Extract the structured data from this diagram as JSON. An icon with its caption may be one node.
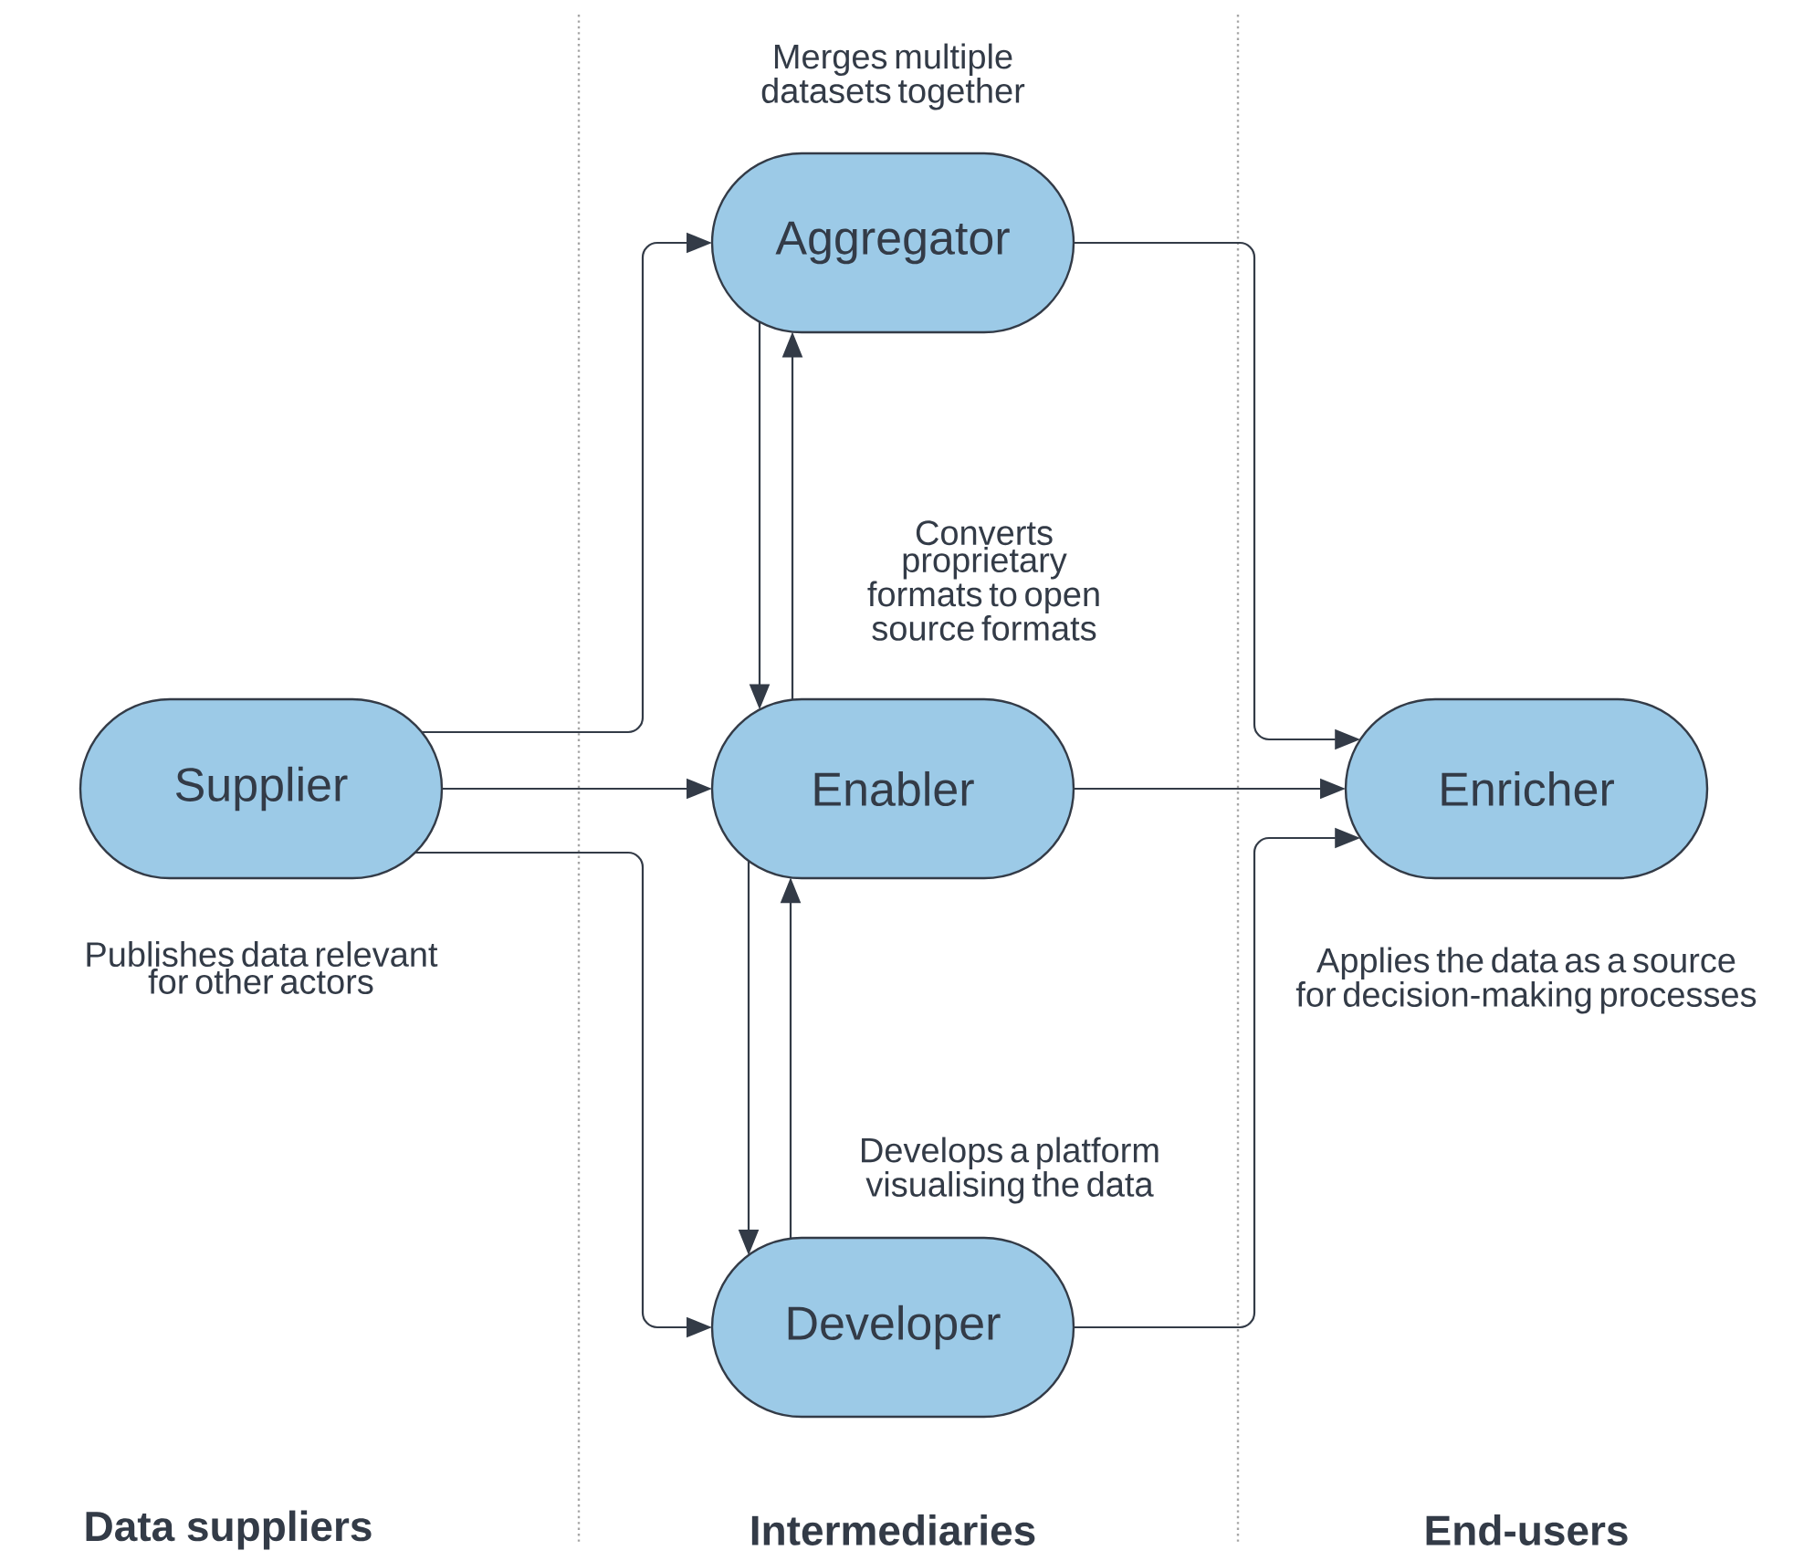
{
  "diagram": {
    "nodes": [
      {
        "text": [
          "Supplier"
        ],
        "beside": [
          "Publishes data relevant for other actors"
        ]
      },
      {
        "text": [
          "Aggregator"
        ],
        "beside": [
          "Merges multiple datasets together"
        ]
      },
      {
        "text": [
          "Enabler"
        ],
        "beside": [
          "Converts proprietary formats to open source formats"
        ]
      },
      {
        "text": [
          "Developer"
        ],
        "beside": [
          "Develops a platform visualising the data"
        ]
      },
      {
        "text": [
          "Enricher"
        ],
        "beside": [
          "Applies the data as a source for decision-making processes"
        ]
      }
    ],
    "edges": [
      {
        "from": 0,
        "to": 1,
        "arrow": "to"
      },
      {
        "from": 0,
        "to": 2,
        "arrow": "to"
      },
      {
        "from": 0,
        "to": 3,
        "arrow": "to"
      },
      {
        "from": 1,
        "to": 2,
        "arrow": "to"
      },
      {
        "from": 2,
        "to": 1,
        "arrow": "to"
      },
      {
        "from": 2,
        "to": 3,
        "arrow": "to"
      },
      {
        "from": 3,
        "to": 2,
        "arrow": "to"
      },
      {
        "from": 1,
        "to": 4,
        "arrow": "to"
      },
      {
        "from": 2,
        "to": 4,
        "arrow": "to"
      },
      {
        "from": 3,
        "to": 4,
        "arrow": "to"
      }
    ],
    "labels": [
      "Data suppliers",
      "Intermediaries",
      "End-users"
    ]
  }
}
